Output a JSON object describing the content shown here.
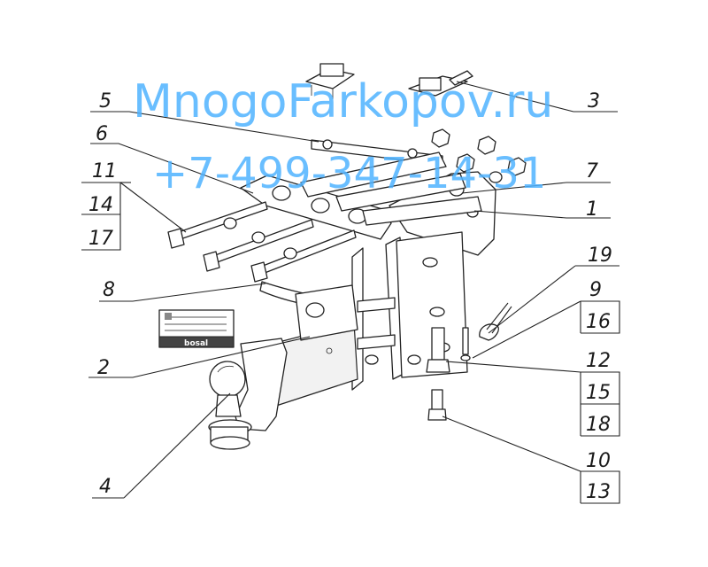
{
  "watermark": {
    "site": "MnogoFarkopov.ru",
    "phone": "+7-499-347-14-31",
    "color": "#4fb3ff"
  },
  "plate": {
    "brand": "bosal"
  },
  "callouts": [
    {
      "id": "c5",
      "label": "5"
    },
    {
      "id": "c6",
      "label": "6"
    },
    {
      "id": "c3",
      "label": "3"
    },
    {
      "id": "c7",
      "label": "7"
    },
    {
      "id": "c1",
      "label": "1"
    },
    {
      "id": "c11",
      "label": "11"
    },
    {
      "id": "c14",
      "label": "14"
    },
    {
      "id": "c17",
      "label": "17"
    },
    {
      "id": "c8",
      "label": "8"
    },
    {
      "id": "c19",
      "label": "19"
    },
    {
      "id": "c9",
      "label": "9"
    },
    {
      "id": "c16",
      "label": "16"
    },
    {
      "id": "c2",
      "label": "2"
    },
    {
      "id": "c12",
      "label": "12"
    },
    {
      "id": "c15",
      "label": "15"
    },
    {
      "id": "c18",
      "label": "18"
    },
    {
      "id": "c10",
      "label": "10"
    },
    {
      "id": "c13",
      "label": "13"
    },
    {
      "id": "c4",
      "label": "4"
    }
  ]
}
